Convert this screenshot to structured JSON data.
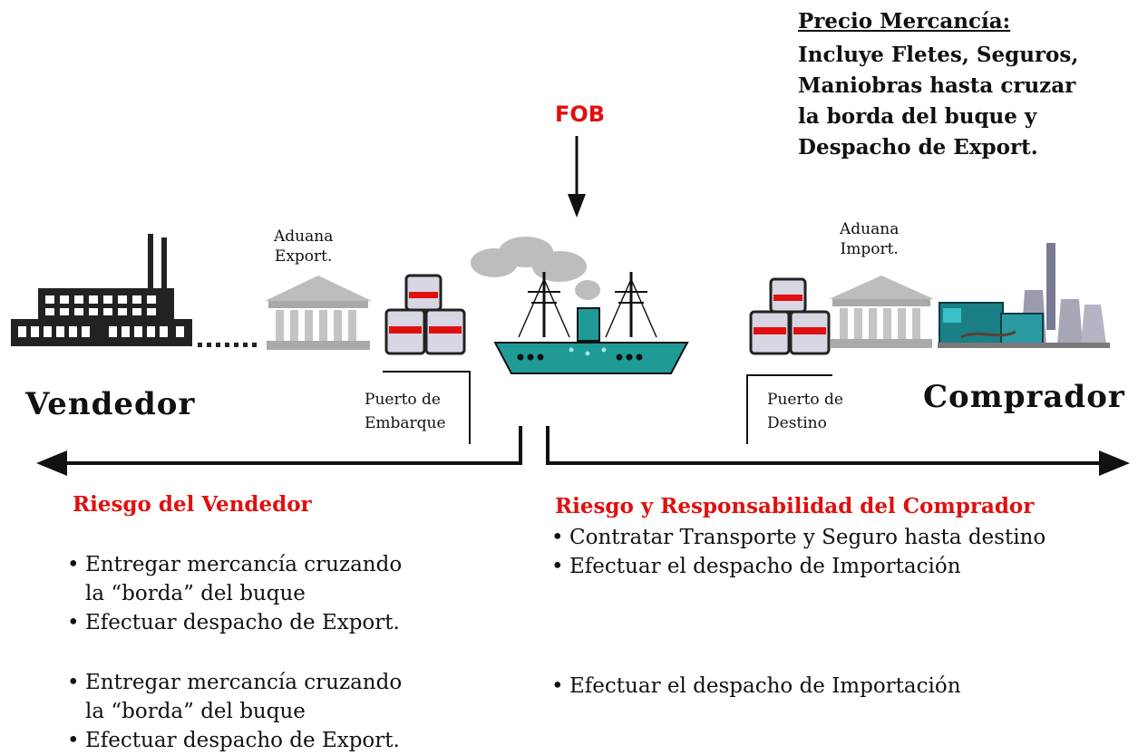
{
  "price": {
    "title": "Precio Mercancía:",
    "body": "Incluye Fletes, Seguros,\nManiobras hasta cruzar\nla borda del buque y\nDespacho de Export."
  },
  "fob": {
    "label": "FOB"
  },
  "customs": {
    "export": "Aduana\nExport.",
    "import": "Aduana\nImport."
  },
  "ports": {
    "shipment": "Puerto de\nEmbarque",
    "destination": "Puerto de\nDestino"
  },
  "parties": {
    "seller": "Vendedor",
    "buyer": "Comprador"
  },
  "seller_risk": {
    "title": "Riesgo del Vendedor",
    "items": [
      "Entregar mercancía cruzando\nla “borda” del buque",
      "Efectuar despacho de Export."
    ],
    "items_repeat": [
      "Entregar mercancía cruzando\nla “borda” del buque",
      "Efectuar despacho de Export."
    ]
  },
  "buyer_risk": {
    "title": "Riesgo y Responsabilidad del Comprador",
    "items": [
      "Contratar Transporte y Seguro hasta destino",
      "Efectuar el despacho de Importación"
    ],
    "items_repeat": [
      "Efectuar el despacho de Importación"
    ]
  },
  "colors": {
    "accent_red": "#e01010",
    "ship_teal": "#1f9a96",
    "building_gray": "#b9b9b9",
    "smoke_gray": "#bdbdbd"
  }
}
